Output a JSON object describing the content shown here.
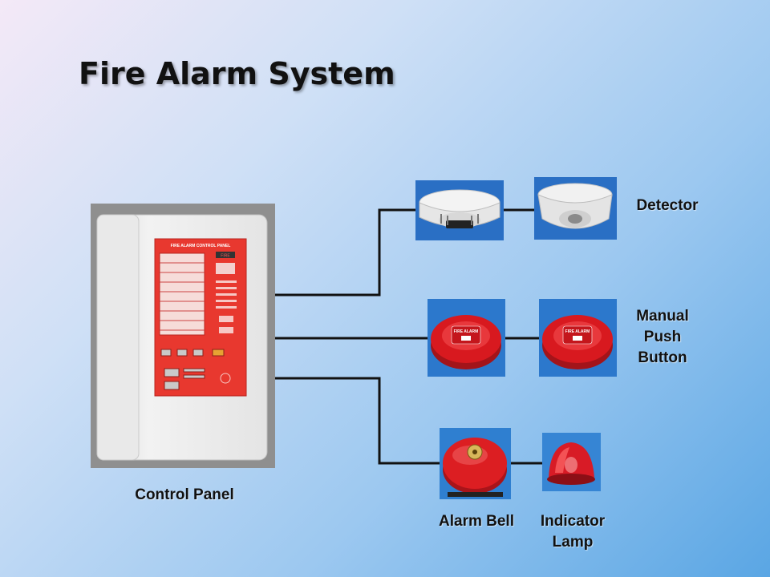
{
  "title": "Fire Alarm System",
  "control_panel": {
    "label": "Control Panel",
    "panel_heading": "FIRE ALARM CONTROL PANEL",
    "display_text": "FIRE"
  },
  "detector": {
    "label": "Detector"
  },
  "manual_push_button": {
    "label_lines": [
      "Manual",
      "Push",
      "Button"
    ],
    "device_text": "FIRE ALARM"
  },
  "alarm_bell": {
    "label": "Alarm Bell"
  },
  "indicator_lamp": {
    "label_lines": [
      "Indicator",
      "Lamp"
    ]
  },
  "colors": {
    "panel_red": "#e8382f",
    "device_red": "#d8191f",
    "wire": "#111111"
  }
}
